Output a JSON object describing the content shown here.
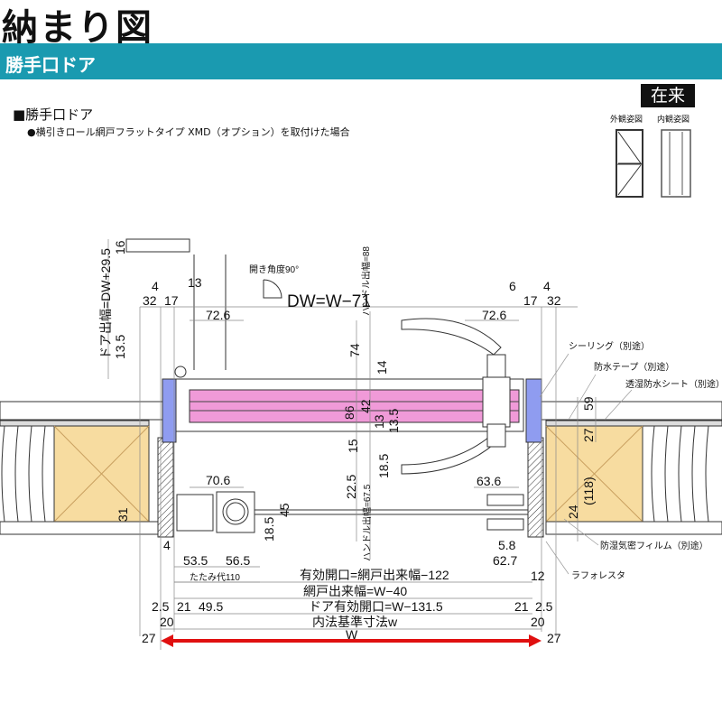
{
  "header": {
    "title": "納まり図",
    "banner": "勝手口ドア"
  },
  "section": {
    "heading": "■勝手口ドア",
    "note": "●横引きロール網戸フラットタイプ XMD（オプション）を取付けた場合"
  },
  "views": {
    "badge": "在来",
    "exterior": "外観姿図",
    "interior": "内観姿図"
  },
  "colors": {
    "banner": "#1a9ab0",
    "door_panel": "#f09ad8",
    "frame": "#8f9cf0",
    "wood": "#f7dca0",
    "arrow": "#e01010"
  },
  "labels": {
    "door_projection": "ドア出幅=DW+29.5",
    "open_angle": "開き角度90°",
    "dw": "DW=W−71",
    "handle_out_top": "ハンドル出幅=88",
    "handle_out_bottom": "ハンドル出幅=67.5",
    "fold": "たたみ代110",
    "effective": "有効開口=網戸出来幅−122",
    "screen_width": "網戸出来幅=W−40",
    "door_effective": "ドア有効開口=W−131.5",
    "inner": "内法基準寸法w",
    "W": "W",
    "sealing": "シーリング（別途）",
    "waterproof_tape": "防水テープ（別途）",
    "breathable_sheet": "透湿防水シート（別途）",
    "vapor_film": "防湿気密フィルム（別途）",
    "laforesta": "ラフォレスタ"
  },
  "dims": [
    "16",
    "13.5",
    "4",
    "32",
    "17",
    "13",
    "72.6",
    "74",
    "14",
    "86",
    "42",
    "13",
    "13.5",
    "15",
    "18.5",
    "22.5",
    "70.6",
    "45",
    "18.5",
    "4",
    "53.5",
    "56.5",
    "2.5",
    "21",
    "49.5",
    "20",
    "27",
    "31",
    "6",
    "17",
    "4",
    "32",
    "72.6",
    "63.6",
    "5.8",
    "62.7",
    "12",
    "21",
    "2.5",
    "20",
    "27",
    "59",
    "27",
    "(118)",
    "24"
  ]
}
